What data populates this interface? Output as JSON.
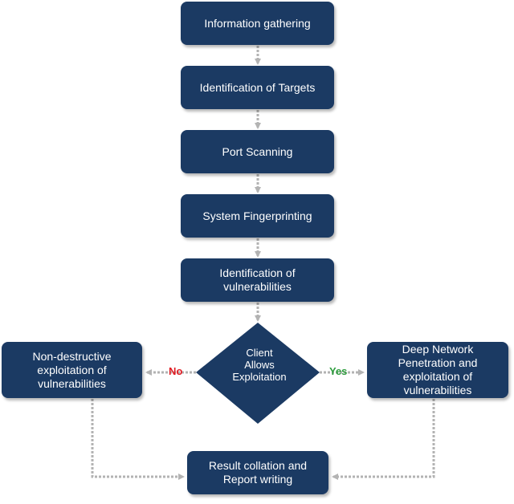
{
  "steps": [
    {
      "label": "Information gathering"
    },
    {
      "label": "Identification of Targets"
    },
    {
      "label": "Port Scanning"
    },
    {
      "label": "System Fingerprinting"
    },
    {
      "label": "Identification of\nvulnerabilities"
    }
  ],
  "decision": {
    "label": "Client\nAllows\nExploitation"
  },
  "branches": {
    "no": {
      "label": "No",
      "color": "#e11b22"
    },
    "yes": {
      "label": "Yes",
      "color": "#2e9e3e"
    }
  },
  "left_outcome": {
    "label": "Non-destructive\nexploitation of\nvulnerabilities"
  },
  "right_outcome": {
    "label": "Deep Network\nPenetration and\nexploitation of\nvulnerabilities"
  },
  "final": {
    "label": "Result collation and\nReport writing"
  },
  "colors": {
    "box_fill": "#1b3a63",
    "connector": "#b3b3b3"
  }
}
